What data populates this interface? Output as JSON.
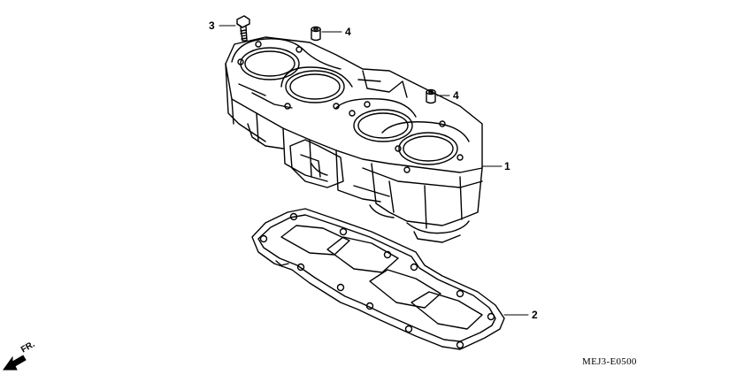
{
  "diagram": {
    "parts": [
      {
        "id": "cylinder",
        "callout": "1"
      },
      {
        "id": "cylinder-gasket",
        "callout": "2"
      },
      {
        "id": "bolt",
        "callout": "3"
      },
      {
        "id": "dowel-pin-a",
        "callout": "4"
      },
      {
        "id": "dowel-pin-b",
        "callout": "4"
      }
    ],
    "front_indicator": "FR.",
    "code": "MEJ3-E0500"
  }
}
